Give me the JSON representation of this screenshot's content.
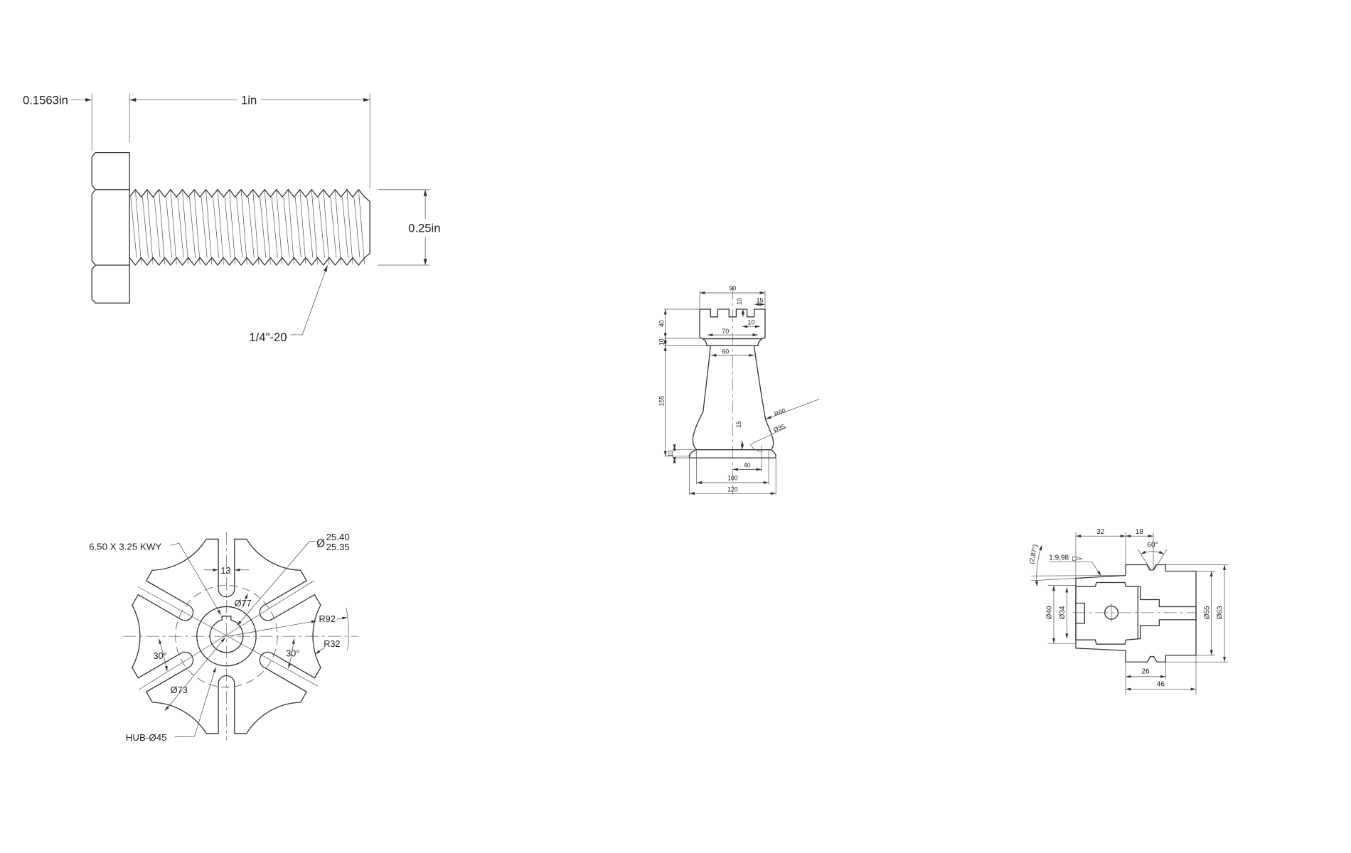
{
  "bolt": {
    "head_thickness": "0.1563in",
    "length": "1in",
    "diameter": "0.25in",
    "thread_callout": "1/4\"-20"
  },
  "rook": {
    "top_width": "90",
    "notch_depth": "10",
    "merlon_width": "15",
    "notch_width": "10",
    "collar_width": "70",
    "neck_width": "60",
    "crown_height": "40",
    "collar_height": "10",
    "body_height": "155",
    "base_height": "10",
    "arc_offset": "15",
    "arc_center_offset": "40",
    "body_base_width": "100",
    "base_width": "120",
    "radius_large": "R60",
    "diameter_small": "Ø35"
  },
  "gear": {
    "keyway": "6.50 X 3.25 KWY",
    "bore_symbol": "Ø",
    "bore_max": "25.40",
    "bore_min": "25.35",
    "slot_width": "13",
    "slot_circle": "Ø77",
    "outer_radius": "R92",
    "arc_radius": "R32",
    "angle_left": "30°",
    "angle_right": "30°",
    "inner_circle": "Ø73",
    "hub": "HUB-Ø45"
  },
  "hub": {
    "taper_length": "32",
    "groove_offset": "18",
    "groove_angle": "60°",
    "taper_ratio": "1:9,98",
    "taper_angle": "(2,87°)",
    "dia_40": "Ø40",
    "dia_34": "Ø34",
    "dia_55": "Ø55",
    "dia_63": "Ø63",
    "flange_width": "26",
    "body_width": "46"
  }
}
